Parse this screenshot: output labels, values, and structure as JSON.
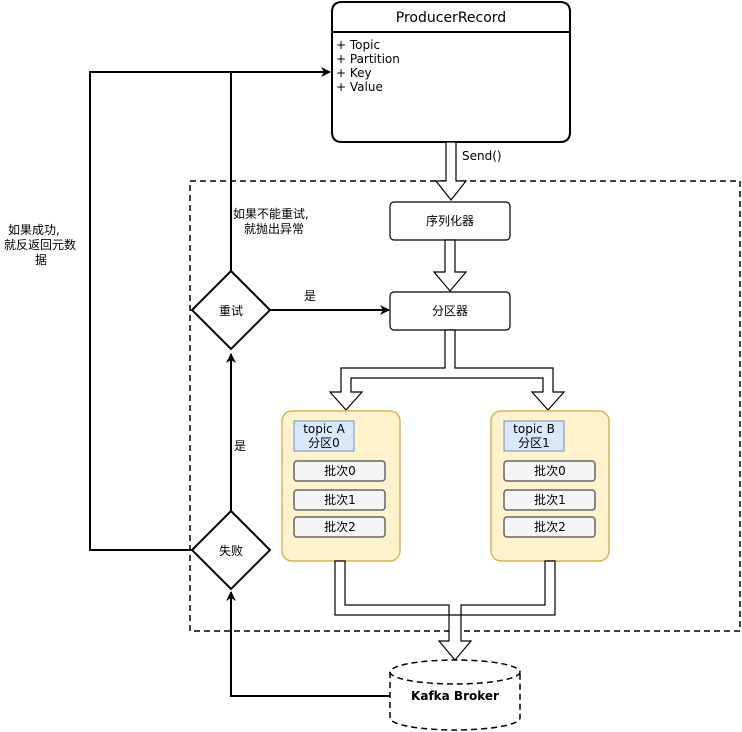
{
  "producer_record": {
    "title": "ProducerRecord",
    "fields": [
      "+ Topic",
      "+ Partition",
      "+ Key",
      "+ Value"
    ]
  },
  "send_label": "Send()",
  "serializer_label": "序列化器",
  "partitioner_label": "分区器",
  "retry_label": "重试",
  "fail_label": "失败",
  "yes_label_retry": "是",
  "yes_label_fail": "是",
  "cannot_retry_note": [
    "如果不能重试,",
    "就抛出异常"
  ],
  "success_note": [
    "如果成功,",
    "就反返回元数",
    "据"
  ],
  "topics": [
    {
      "header": [
        "topic A",
        "分区0"
      ],
      "batches": [
        "批次0",
        "批次1",
        "批次2"
      ]
    },
    {
      "header": [
        "topic B",
        "分区1"
      ],
      "batches": [
        "批次0",
        "批次1",
        "批次2"
      ]
    }
  ],
  "broker_label": "Kafka Broker",
  "colors": {
    "topic_fill": "#fff2cc",
    "topic_stroke": "#d6b656",
    "header_fill": "#dae8fc",
    "header_stroke": "#6c8ebf",
    "batch_fill": "#f5f5f5",
    "batch_stroke": "#666666"
  }
}
